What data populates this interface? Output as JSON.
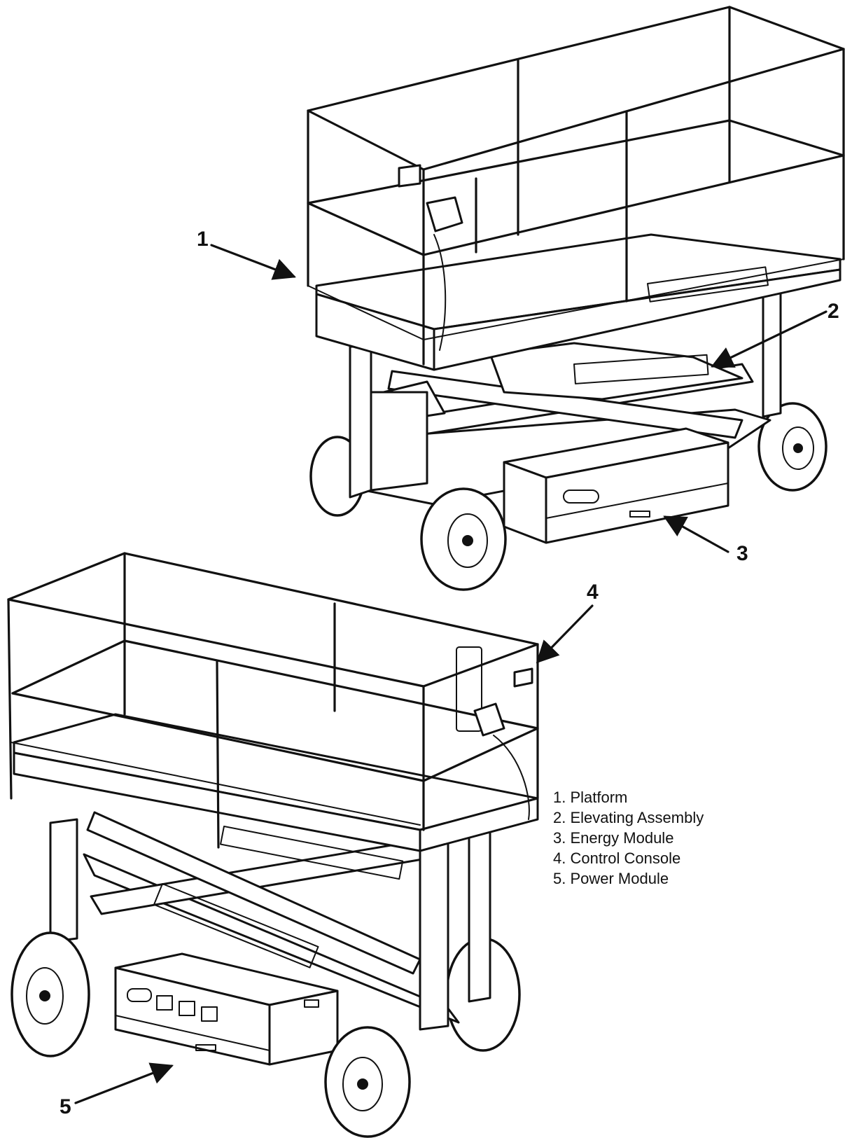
{
  "callouts": [
    {
      "number": "1"
    },
    {
      "number": "2"
    },
    {
      "number": "3"
    },
    {
      "number": "4"
    },
    {
      "number": "5"
    }
  ],
  "legend": [
    {
      "label": "1. Platform"
    },
    {
      "label": "2. Elevating Assembly"
    },
    {
      "label": "3. Energy Module"
    },
    {
      "label": "4. Control Console"
    },
    {
      "label": "5. Power Module"
    }
  ],
  "colors": {
    "ink": "#111111",
    "paper": "#ffffff"
  }
}
